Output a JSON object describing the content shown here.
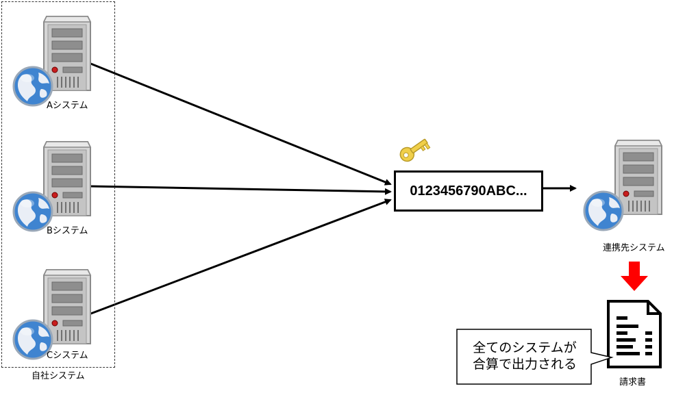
{
  "group": {
    "label": "自社システム"
  },
  "systems": [
    {
      "label": "Aシステム"
    },
    {
      "label": "Bシステム"
    },
    {
      "label": "Cシステム"
    }
  ],
  "key_value": "0123456790ABC...",
  "target": {
    "label": "連携先システム"
  },
  "document": {
    "label": "請求書"
  },
  "callout": {
    "lines": [
      "全てのシステムが",
      "合算で出力される"
    ]
  },
  "icons": [
    "server-icon",
    "globe-icon",
    "key-icon",
    "document-icon",
    "down-arrow-icon"
  ],
  "colors": {
    "arrow": "#000000",
    "down_arrow": "#ff0000",
    "key": "#f0cf4a",
    "globe": "#3f84d0",
    "server": "#c8c8c8"
  }
}
